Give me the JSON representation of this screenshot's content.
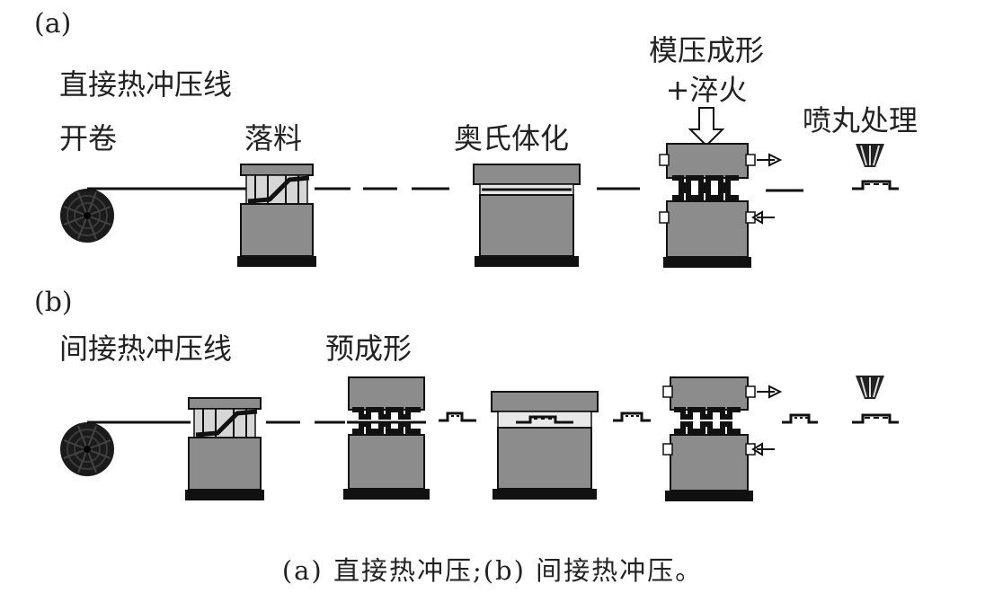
{
  "panel_a": {
    "tag": "(a)",
    "title": "直接热冲压线",
    "labels": {
      "uncoil": "开卷",
      "blanking": "落料",
      "austenitize": "奥氏体化",
      "forming_line1": "模压成形",
      "forming_line2": "+淬火",
      "shot_peening": "喷丸处理"
    }
  },
  "panel_b": {
    "tag": "(b)",
    "title": "间接热冲压线",
    "labels": {
      "preform": "预成形"
    }
  },
  "caption": "(a) 直接热冲压;(b) 间接热冲压。",
  "colors": {
    "press_body": "#8c8c8c",
    "press_base": "#111111",
    "line": "#111111",
    "coil": "#1a1a1a"
  }
}
